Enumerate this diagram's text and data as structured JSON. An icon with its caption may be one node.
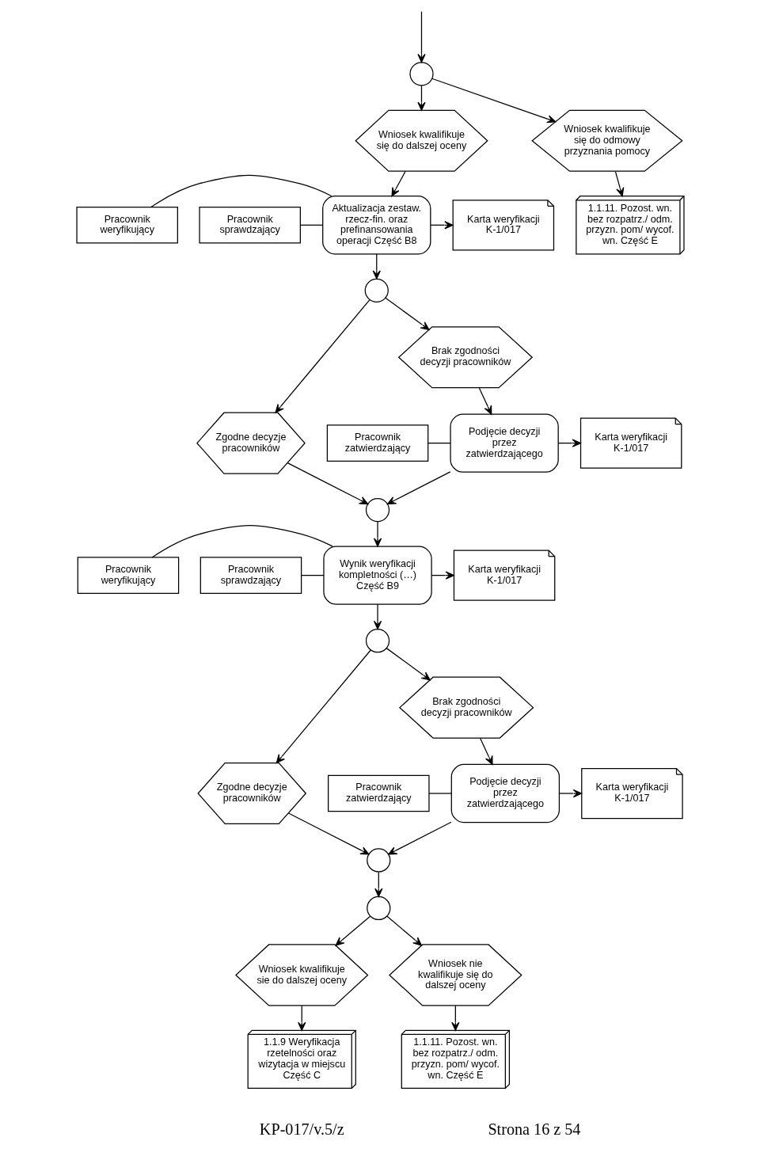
{
  "diagram": {
    "nodes": [
      {
        "text": [],
        "shape": "circle"
      },
      {
        "text": [
          "Wniosek kwalifikuje się do dalszej oceny"
        ]
      },
      {
        "text": [
          "Wniosek kwalifikuje się do odmowy przyznania pomocy"
        ]
      },
      {
        "text": [
          "Pracownik weryfikujący"
        ]
      },
      {
        "text": [
          "Pracownik sprawdzający"
        ]
      },
      {
        "text": [
          "Aktualizacja zestaw. rzecz-fin. oraz prefinansowania operacji Część B8"
        ]
      },
      {
        "text": [
          "Karta weryfikacji K-1/017"
        ]
      },
      {
        "text": [
          "1.1.11. Pozost. wn. bez rozpatrz./ odm. przyzn. pom/ wycof. wn. Część E"
        ]
      },
      {
        "text": [],
        "shape": "circle"
      },
      {
        "text": [
          "Zgodne decyzje pracowników"
        ]
      },
      {
        "text": [
          "Brak zgodności decyzji pracowników"
        ]
      },
      {
        "text": [
          "Pracownik zatwierdzający"
        ]
      },
      {
        "text": [
          "Podjęcie decyzji przez zatwierdzającego"
        ]
      },
      {
        "text": [
          "Karta weryfikacji K-1/017"
        ]
      },
      {
        "text": [],
        "shape": "circle"
      },
      {
        "text": [
          "Pracownik weryfikujący"
        ]
      },
      {
        "text": [
          "Pracownik sprawdzający"
        ]
      },
      {
        "text": [
          "Wynik weryfikacji kompletności (…) Część B9"
        ]
      },
      {
        "text": [
          "Karta weryfikacji K-1/017"
        ]
      },
      {
        "text": [],
        "shape": "circle"
      },
      {
        "text": [
          "Zgodne decyzje pracowników"
        ]
      },
      {
        "text": [
          "Brak zgodności decyzji pracowników"
        ]
      },
      {
        "text": [
          "Pracownik zatwierdzający"
        ]
      },
      {
        "text": [
          "Podjęcie decyzji przez zatwierdzającego"
        ]
      },
      {
        "text": [
          "Karta weryfikacji K-1/017"
        ]
      },
      {
        "text": [],
        "shape": "circle"
      },
      {
        "text": [],
        "shape": "circle"
      },
      {
        "text": [
          "Wniosek kwalifikuje sie do dalszej oceny"
        ]
      },
      {
        "text": [
          "Wniosek nie kwalifikuje się do dalszej oceny"
        ]
      },
      {
        "text": [
          "1.1.9 Weryfikacja rzetelności oraz wizytacja w miejscu Część C"
        ]
      },
      {
        "text": [
          "1.1.11. Pozost. wn. bez rozpatrz./ odm. przyzn. pom/ wycof. wn. Część E"
        ]
      }
    ],
    "edges": [
      {
        "from": null,
        "to": 0,
        "arrow": "to"
      },
      {
        "from": 0,
        "to": 1,
        "arrow": "to"
      },
      {
        "from": 0,
        "to": 2,
        "arrow": "to"
      },
      {
        "from": 1,
        "to": 5,
        "arrow": "to"
      },
      {
        "from": 2,
        "to": 7,
        "arrow": "to"
      },
      {
        "from": 3,
        "to": 5,
        "arrow": "none"
      },
      {
        "from": 4,
        "to": 5,
        "arrow": "none"
      },
      {
        "from": 5,
        "to": 6,
        "arrow": "to"
      },
      {
        "from": 5,
        "to": 8,
        "arrow": "to"
      },
      {
        "from": 8,
        "to": 9,
        "arrow": "to"
      },
      {
        "from": 8,
        "to": 10,
        "arrow": "to"
      },
      {
        "from": 10,
        "to": 12,
        "arrow": "to"
      },
      {
        "from": 11,
        "to": 12,
        "arrow": "none"
      },
      {
        "from": 12,
        "to": 13,
        "arrow": "to"
      },
      {
        "from": 9,
        "to": 14,
        "arrow": "to"
      },
      {
        "from": 12,
        "to": 14,
        "arrow": "to"
      },
      {
        "from": 14,
        "to": 17,
        "arrow": "to"
      },
      {
        "from": 15,
        "to": 17,
        "arrow": "none"
      },
      {
        "from": 16,
        "to": 17,
        "arrow": "none"
      },
      {
        "from": 17,
        "to": 18,
        "arrow": "to"
      },
      {
        "from": 17,
        "to": 19,
        "arrow": "to"
      },
      {
        "from": 19,
        "to": 20,
        "arrow": "to"
      },
      {
        "from": 19,
        "to": 21,
        "arrow": "to"
      },
      {
        "from": 21,
        "to": 23,
        "arrow": "to"
      },
      {
        "from": 22,
        "to": 23,
        "arrow": "none"
      },
      {
        "from": 23,
        "to": 24,
        "arrow": "to"
      },
      {
        "from": 20,
        "to": 25,
        "arrow": "to"
      },
      {
        "from": 23,
        "to": 25,
        "arrow": "to"
      },
      {
        "from": 25,
        "to": 26,
        "arrow": "to"
      },
      {
        "from": 26,
        "to": 27,
        "arrow": "to"
      },
      {
        "from": 26,
        "to": 28,
        "arrow": "to"
      },
      {
        "from": 27,
        "to": 29,
        "arrow": "to"
      },
      {
        "from": 28,
        "to": 30,
        "arrow": "to"
      }
    ],
    "labels": [
      "KP-017/v.5/z",
      "Strona 16 z 54"
    ]
  }
}
